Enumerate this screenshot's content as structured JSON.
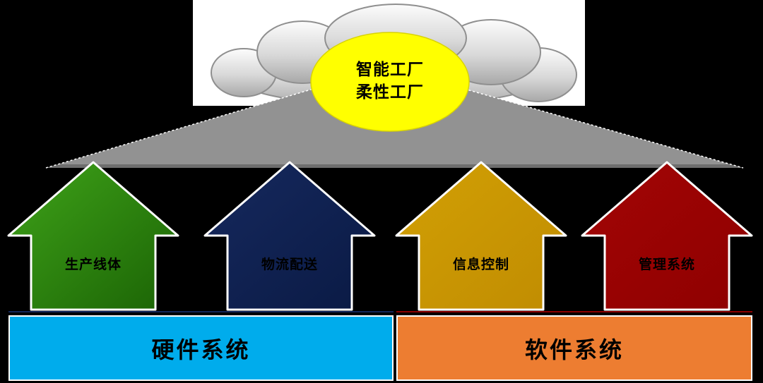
{
  "canvas": {
    "background": "#000000"
  },
  "cloud": {
    "backdrop_color": "#ffffff",
    "silver_light": "#fcfcfc",
    "silver_mid": "#d8d8d8",
    "silver_dark": "#a8a8a8",
    "outline_color": "#8f8f8f",
    "bubble_color": "#ffff00",
    "bubble_outline": "#d9d400",
    "label_line1": "智能工厂",
    "label_line2": "柔性工厂"
  },
  "funnel": {
    "color": "#929292",
    "base_shadow": "#6e6e6e",
    "edge_color": "#ffffff"
  },
  "arrows": [
    {
      "label": "生产线体",
      "color_top": "#3fa319",
      "color_bottom": "#1b6305"
    },
    {
      "label": "物流配送",
      "color_top": "#16295e",
      "color_bottom": "#0a1a44"
    },
    {
      "label": "信息控制",
      "color_top": "#d2a004",
      "color_bottom": "#c08c02"
    },
    {
      "label": "管理系统",
      "color_top": "#a30505",
      "color_bottom": "#8e0000"
    }
  ],
  "bars": [
    {
      "label": "硬件系统",
      "color": "#00acec",
      "accent": "#12265a"
    },
    {
      "label": "软件系统",
      "color": "#ed7d31",
      "accent": "#8b0000"
    }
  ]
}
